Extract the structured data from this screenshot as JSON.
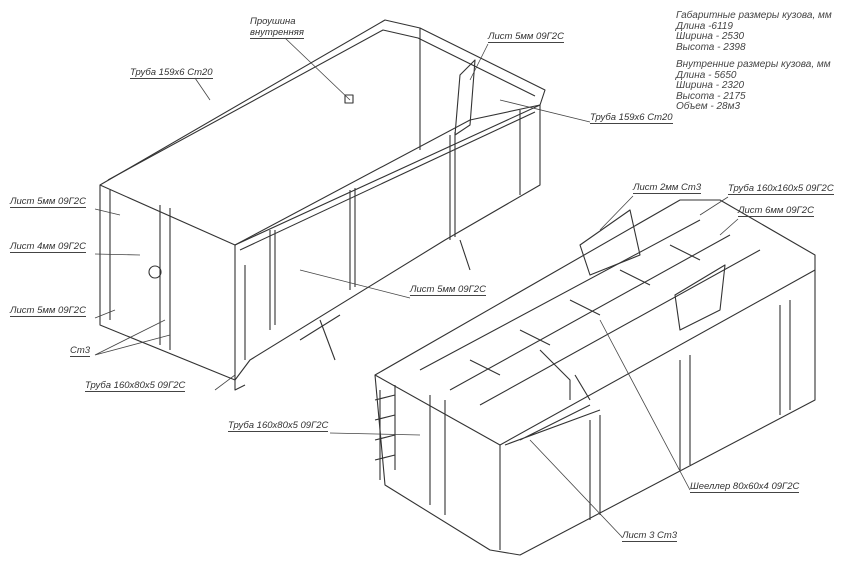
{
  "specs": {
    "overall_title": "Габаритные размеры кузова, мм",
    "overall": [
      "Длина -6119",
      "Ширина - 2530",
      "Высота - 2398"
    ],
    "inner_title": "Внутренние размеры кузова, мм",
    "inner": [
      "Длина - 5650",
      "Ширина - 2320",
      "Высота - 2175",
      "Объем - 28м3"
    ]
  },
  "labels": {
    "eye_line1": "Проушина",
    "eye_line2": "внутренняя",
    "pipe_top_left": "Труба 159х6 Ст20",
    "sheet_top": "Лист 5мм 09Г2С",
    "pipe_top_right": "Труба 159х6 Ст20",
    "sheet_left_1": "Лист 5мм 09Г2С",
    "sheet_left_2": "Лист 4мм 09Г2С",
    "sheet_left_3": "Лист 5мм 09Г2С",
    "st3": "Ст3",
    "pipe_bottom_left": "Труба 160х80х5 09Г2С",
    "sheet_middle": "Лист 5мм 09Г2С",
    "sheet_2mm": "Лист 2мм Ст3",
    "pipe_160": "Труба 160х160х5 09Г2С",
    "sheet_6mm": "Лист 6мм 09Г2С",
    "pipe_second": "Труба 160х80х5 09Г2С",
    "channel": "Шееллер 80х60х4 09Г2С",
    "sheet_3": "Лист 3 Ст3"
  }
}
